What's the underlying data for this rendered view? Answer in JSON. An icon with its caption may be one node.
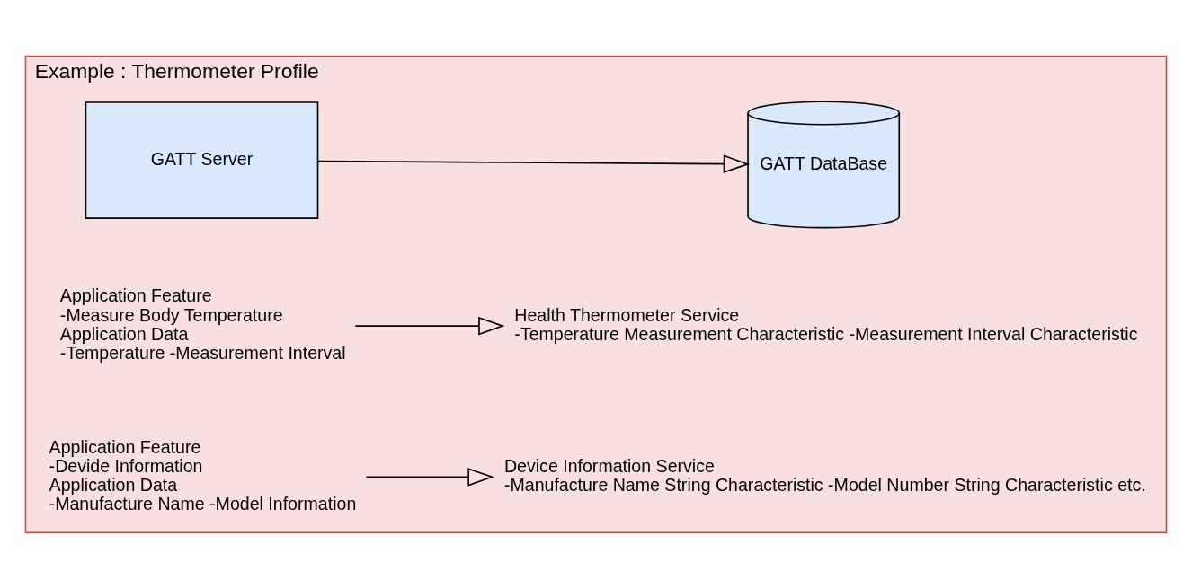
{
  "diagram": {
    "nodes": [
      {
        "text": [
          "Example : Thermometer Profile"
        ]
      },
      {
        "text": [
          "GATT Server"
        ],
        "in": 0
      },
      {
        "text": [
          "GATT DataBase"
        ],
        "in": 0
      },
      {
        "text": [
          "Application Feature",
          "-Measure Body Temperature",
          "Application Data",
          "-Temperature -Measurement Interval"
        ],
        "in": 0
      },
      {
        "text": [
          "Health Thermometer Service",
          "-Temperature Measurement Characteristic -Measurement Interval Characteristic"
        ],
        "in": 0
      },
      {
        "text": [
          "Application Feature",
          "-Devide Information",
          "Application Data",
          "-Manufacture Name -Model Information"
        ],
        "in": 0
      },
      {
        "text": [
          "Device Information Service",
          "-Manufacture Name String Characteristic -Model Number String Characteristic etc."
        ],
        "in": 0
      }
    ],
    "edges": [
      {
        "from": 1,
        "to": 2,
        "arrow": "to"
      },
      {
        "from": 3,
        "to": 4,
        "arrow": "to"
      },
      {
        "from": 5,
        "to": 6,
        "arrow": "to"
      }
    ]
  }
}
